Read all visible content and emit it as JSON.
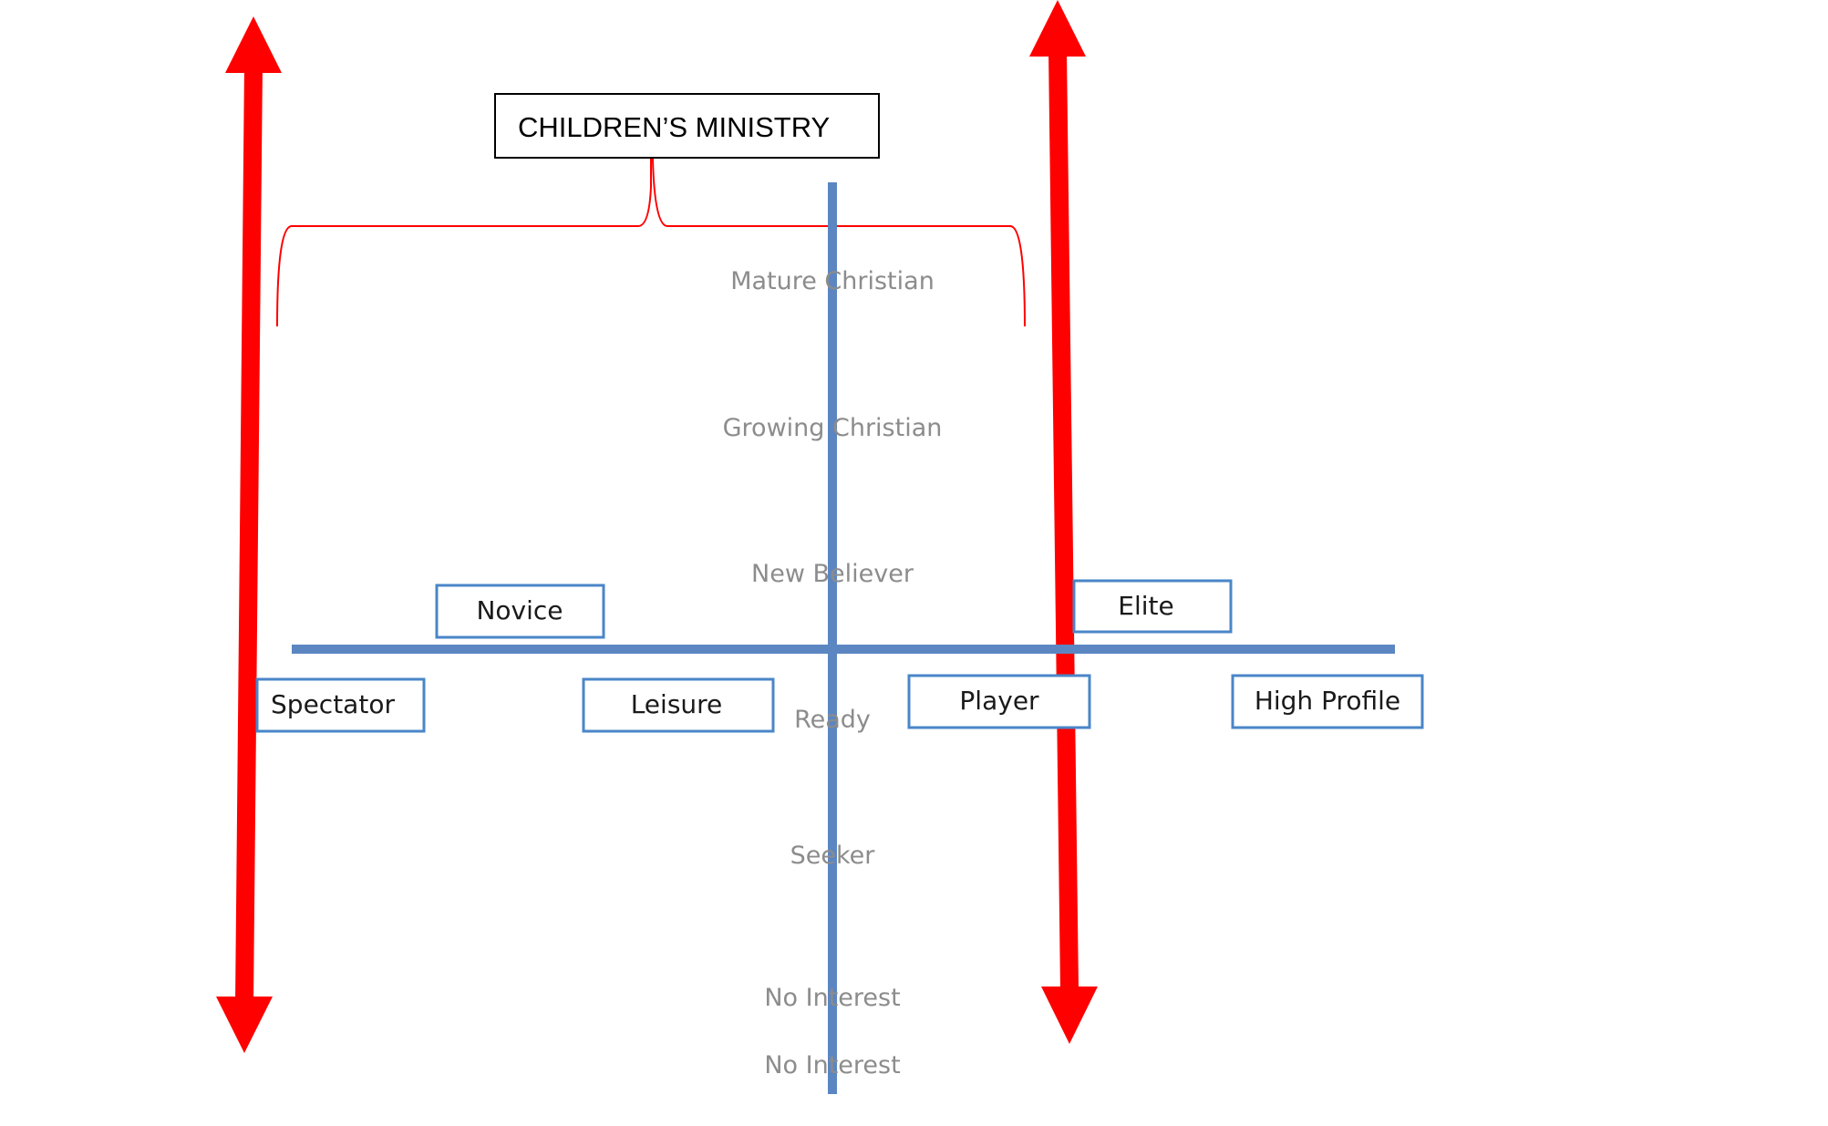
{
  "title": "CHILDREN’S MINISTRY",
  "vertical_axis_labels": [
    "Mature Christian",
    "Growing Christian",
    "New Believer",
    "Ready",
    "Seeker",
    "No Interest",
    "No Interest"
  ],
  "level_boxes": {
    "novice": "Novice",
    "elite": "Elite",
    "spectator": "Spectator",
    "leisure": "Leisure",
    "player": "Player",
    "high_profile": "High Profile"
  },
  "colors": {
    "arrow": "#ff0000",
    "axis": "#5b86c2",
    "box_border": "#4a86c8",
    "bracket": "#ff0000",
    "axis_text": "#8c8c8c"
  }
}
